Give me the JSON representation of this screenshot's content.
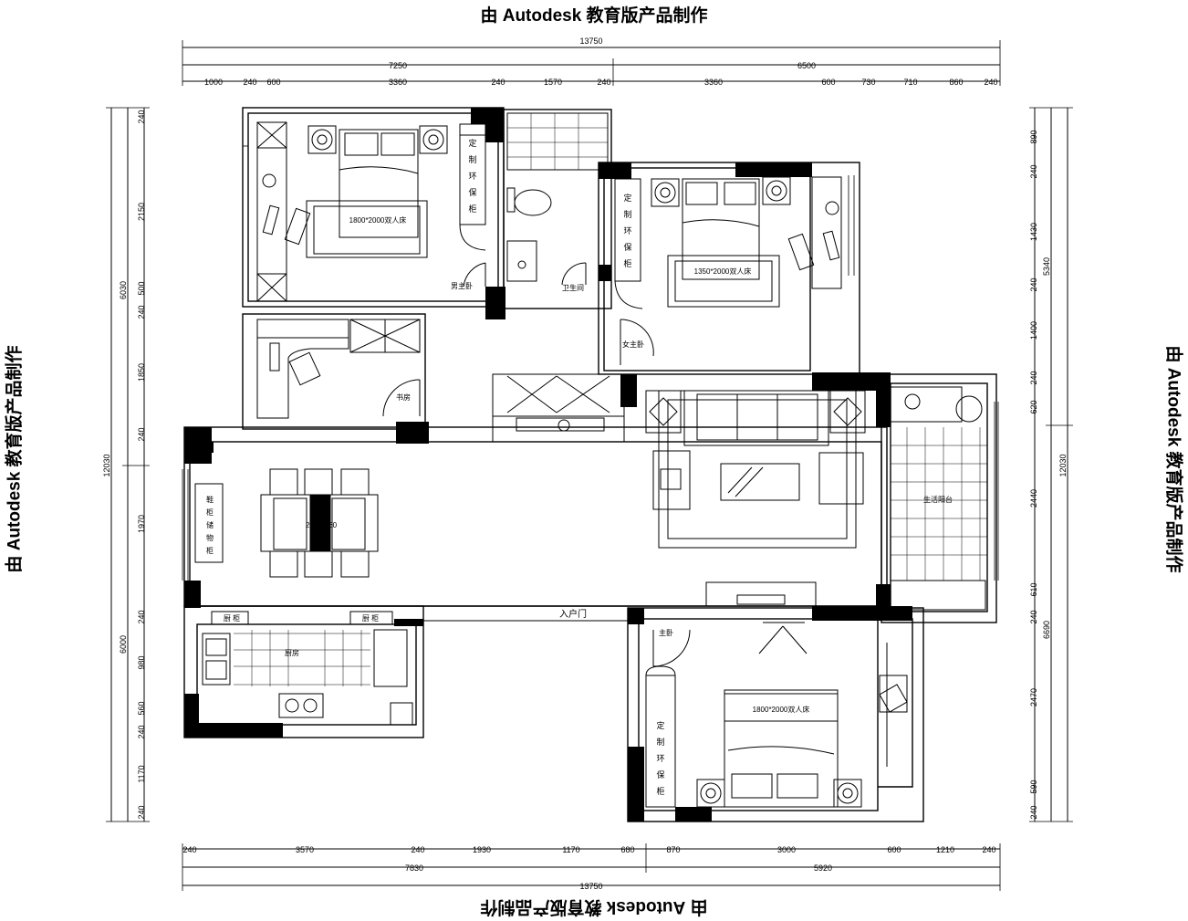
{
  "watermark": "由 Autodesk 教育版产品制作",
  "dims_top": {
    "overall": "13750",
    "sub": [
      "7250",
      "6500"
    ],
    "detail": [
      "1000",
      "240",
      "600",
      "3360",
      "240",
      "1570",
      "240",
      "3360",
      "600",
      "730",
      "710",
      "860",
      "240"
    ]
  },
  "dims_bottom": {
    "detail": [
      "240",
      "3570",
      "240",
      "1930",
      "1170",
      "680",
      "870",
      "3000",
      "600",
      "1210",
      "240"
    ],
    "sub": [
      "7830",
      "5920"
    ],
    "overall": "13750"
  },
  "dims_left": {
    "overall": "12030",
    "sub": [
      "6030",
      "6000"
    ],
    "detail": [
      "240",
      "2150",
      "500",
      "240",
      "1850",
      "240",
      "1970",
      "240",
      "980",
      "560",
      "240",
      "1170",
      "240"
    ]
  },
  "dims_right": {
    "overall": "12030",
    "sub": [
      "5340",
      "6690"
    ],
    "detail": [
      "890",
      "240",
      "1430",
      "240",
      "1400",
      "240",
      "620",
      "2440",
      "610",
      "240",
      "2470",
      "590",
      "240"
    ]
  },
  "rooms": {
    "master_bed": "1800*2000双人床",
    "second_bed": "1350*2000双人床",
    "third_bed": "1800*2000双人床",
    "dining_table": "2100*960",
    "master_bath": "男主卧",
    "bath": "卫生间",
    "female_master": "女主卧",
    "study": "书房",
    "kitchen": "厨房",
    "laundry": "生活阳台",
    "entry": "入户门",
    "child": "主卧"
  },
  "cabinet": {
    "wardrobe": [
      "定",
      "制",
      "环",
      "保",
      "柜"
    ],
    "shoe": [
      "鞋",
      "柜",
      "储",
      "物",
      "柜"
    ],
    "kitchen_tag": "厨 柜"
  }
}
